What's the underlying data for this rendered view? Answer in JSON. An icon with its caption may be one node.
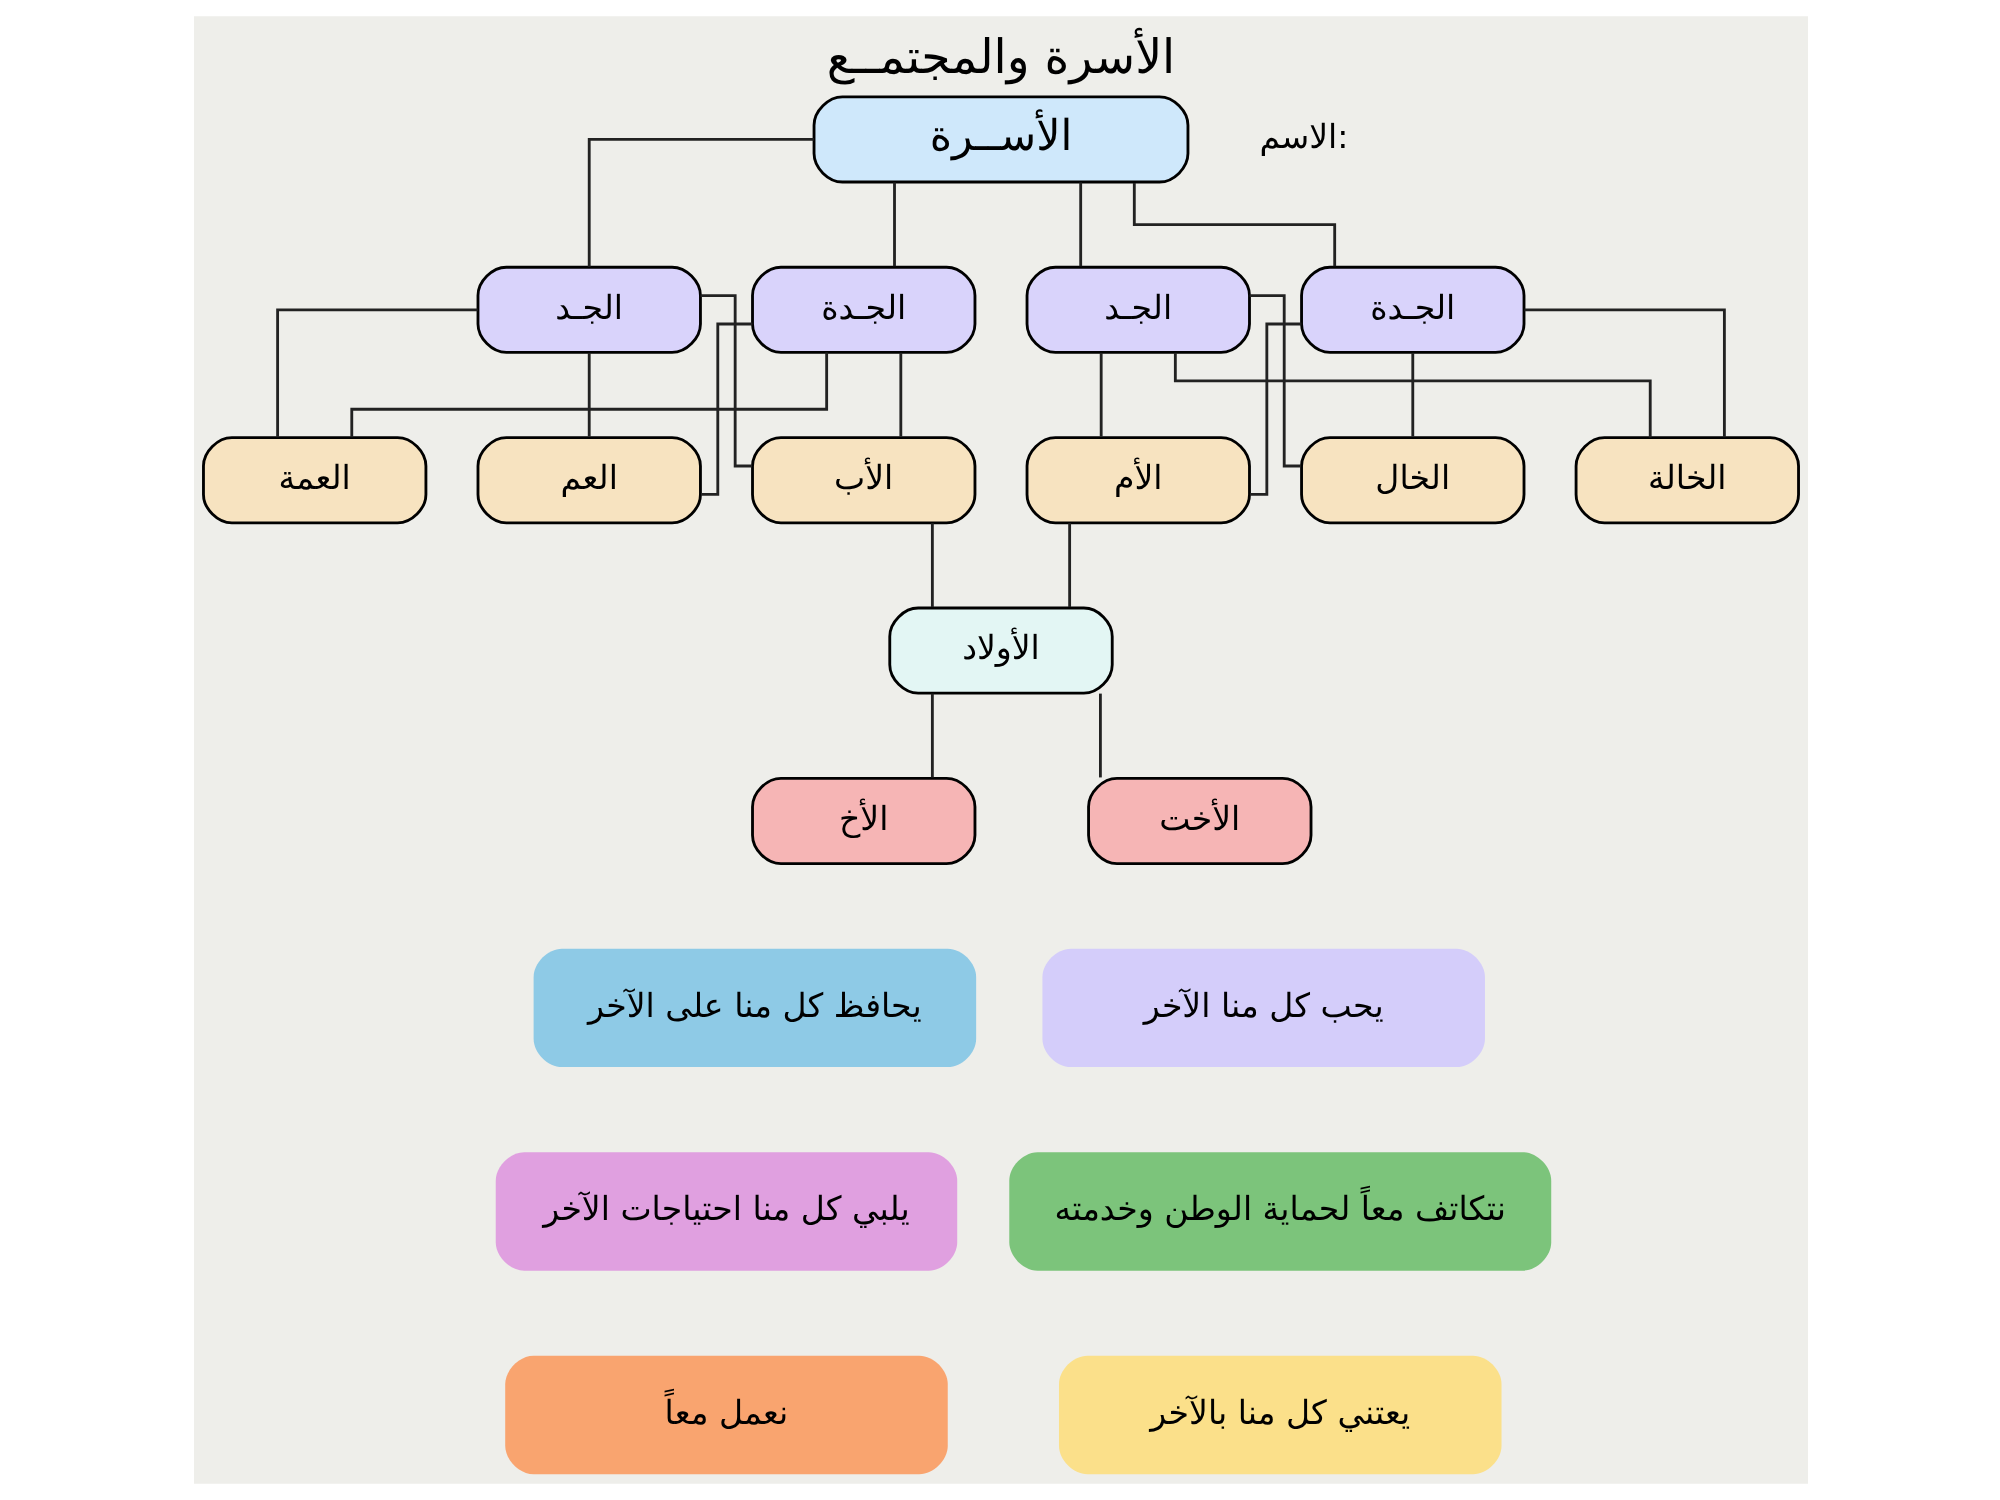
{
  "diagram": {
    "title": "الأسرة والمجتمــع",
    "nodes": [
      {
        "text": [
          "الأســرة"
        ]
      },
      {
        "text": [
          "الجـد"
        ]
      },
      {
        "text": [
          "الجـدة"
        ]
      },
      {
        "text": [
          "الجـد"
        ]
      },
      {
        "text": [
          "الجـدة"
        ]
      },
      {
        "text": [
          "العمة"
        ]
      },
      {
        "text": [
          "العم"
        ]
      },
      {
        "text": [
          "الأب"
        ]
      },
      {
        "text": [
          "الأم"
        ]
      },
      {
        "text": [
          "الخال"
        ]
      },
      {
        "text": [
          "الخالة"
        ]
      },
      {
        "text": [
          "الأولاد"
        ]
      },
      {
        "text": [
          "الأخ"
        ]
      },
      {
        "text": [
          "الأخت"
        ]
      },
      {
        "text": [
          "يحافظ كل منا على الآخر"
        ]
      },
      {
        "text": [
          "يحب كل منا الآخر"
        ]
      },
      {
        "text": [
          "يلبي كل منا احتياجات الآخر"
        ]
      },
      {
        "text": [
          "نتكاتف معاً لحماية الوطن وخدمته"
        ]
      },
      {
        "text": [
          "نعمل معاً"
        ]
      },
      {
        "text": [
          "يعتني كل منا بالآخر"
        ]
      }
    ],
    "edges": [
      {
        "from": 0,
        "to": 1,
        "arrow": "none"
      },
      {
        "from": 0,
        "to": 2,
        "arrow": "none"
      },
      {
        "from": 0,
        "to": 3,
        "arrow": "none"
      },
      {
        "from": 0,
        "to": 4,
        "arrow": "none"
      },
      {
        "from": 1,
        "to": 5,
        "arrow": "none"
      },
      {
        "from": 1,
        "to": 6,
        "arrow": "none"
      },
      {
        "from": 1,
        "to": 7,
        "arrow": "none"
      },
      {
        "from": 2,
        "to": 5,
        "arrow": "none"
      },
      {
        "from": 2,
        "to": 6,
        "arrow": "none"
      },
      {
        "from": 2,
        "to": 7,
        "arrow": "none"
      },
      {
        "from": 3,
        "to": 8,
        "arrow": "none"
      },
      {
        "from": 3,
        "to": 9,
        "arrow": "none"
      },
      {
        "from": 3,
        "to": 10,
        "arrow": "none"
      },
      {
        "from": 4,
        "to": 8,
        "arrow": "none"
      },
      {
        "from": 4,
        "to": 9,
        "arrow": "none"
      },
      {
        "from": 4,
        "to": 10,
        "arrow": "none"
      },
      {
        "from": 7,
        "to": 11,
        "arrow": "none"
      },
      {
        "from": 8,
        "to": 11,
        "arrow": "none"
      },
      {
        "from": 11,
        "to": 12,
        "arrow": "none"
      },
      {
        "from": 11,
        "to": 13,
        "arrow": "none"
      }
    ],
    "labels": [
      "الاسم:"
    ]
  }
}
